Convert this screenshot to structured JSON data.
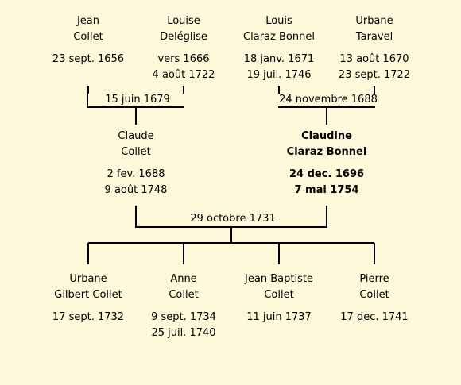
{
  "grandparents": [
    {
      "first": "Jean",
      "last": "Collet",
      "birth": "23 sept. 1656",
      "death": ""
    },
    {
      "first": "Louise",
      "last": "Deléglise",
      "birth": "vers 1666",
      "death": "4 août 1722"
    },
    {
      "first": "Louis",
      "last": "Claraz Bonnel",
      "birth": "18 janv. 1671",
      "death": "19 juil. 1746"
    },
    {
      "first": "Urbane",
      "last": "Taravel",
      "birth": "13 août 1670",
      "death": "23 sept. 1722"
    }
  ],
  "grandparent_marriages": [
    "15 juin 1679",
    "24 novembre 1688"
  ],
  "parents": [
    {
      "first": "Claude",
      "last": "Collet",
      "birth": "2 fev. 1688",
      "death": "9 août 1748"
    },
    {
      "first": "Claudine",
      "last": "Claraz Bonnel",
      "birth": "24 dec. 1696",
      "death": "7 mai 1754"
    }
  ],
  "parent_marriage": "29 octobre 1731",
  "children": [
    {
      "first": "Urbane",
      "last": "Gilbert Collet",
      "birth": "17 sept. 1732",
      "death": ""
    },
    {
      "first": "Anne",
      "last": "Collet",
      "birth": "9 sept. 1734",
      "death": "25 juil. 1740"
    },
    {
      "first": "Jean Baptiste",
      "last": "Collet",
      "birth": "11 juin 1737",
      "death": ""
    },
    {
      "first": "Pierre",
      "last": "Collet",
      "birth": "17 dec. 1741",
      "death": ""
    }
  ]
}
